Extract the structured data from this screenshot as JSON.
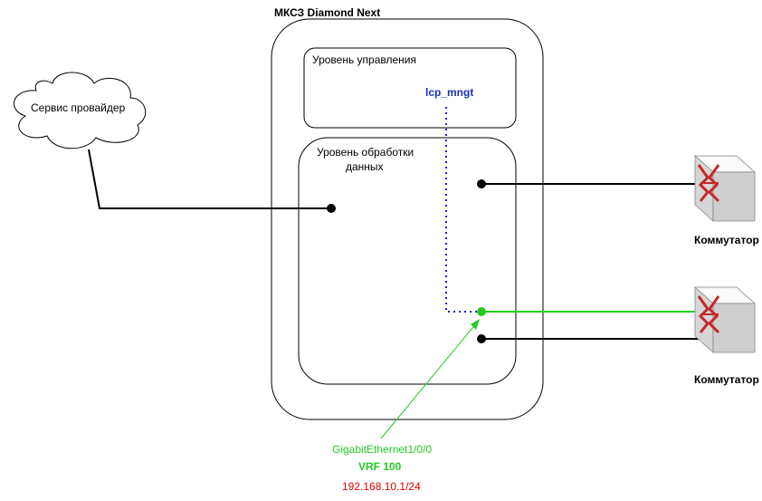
{
  "device": {
    "title": "МКСЗ Diamond Next"
  },
  "control_level": {
    "label": "Уровень управления",
    "interface": "lcp_mngt"
  },
  "data_level": {
    "label_line1": "Уровень обработки",
    "label_line2": "данных"
  },
  "cloud": {
    "label": "Сервис провайдер"
  },
  "switches": [
    {
      "label": "Коммутатор",
      "icon": "switch-icon"
    },
    {
      "label": "Коммутатор",
      "icon": "switch-icon"
    }
  ],
  "interface_annotation": {
    "name": "GigabitEthernet1/0/0",
    "vrf": "VRF 100",
    "ip": "192.168.10.1/24"
  },
  "colors": {
    "link": "#000000",
    "mgmt_link": "#1f1fd0",
    "highlight_link": "#22cc22",
    "interface_text": "#1a33b3",
    "ip_text": "#e60000",
    "vrf_text": "#22cc22"
  }
}
